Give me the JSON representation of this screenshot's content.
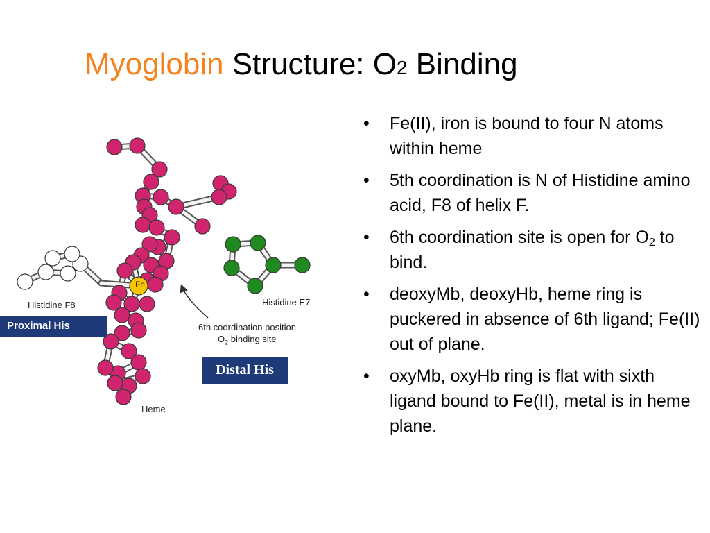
{
  "title": {
    "accent": "Myoglobin",
    "rest": "Structure:  O",
    "subscript": "2",
    "tail": " Binding"
  },
  "bullets": [
    {
      "text": "Fe(II), iron is bound to four N atoms within heme"
    },
    {
      "text": "5th coordination is N of Histidine amino acid, F8 of helix F."
    },
    {
      "before": "6th coordination site is open for O",
      "subscript": "2",
      "after": " to bind."
    },
    {
      "text": "deoxyMb, deoxyHb, heme ring is puckered in absence of 6th ligand; Fe(II) out of plane."
    },
    {
      "text": "oxyMb, oxyHb ring is flat with sixth ligand bound to Fe(II), metal is in heme plane."
    }
  ],
  "bullet_symbol": "•",
  "figure": {
    "fe_label": "Fe",
    "histidine_f8": "Histidine F8",
    "histidine_e7": "Histidine E7",
    "coord_line1": "6th coordination position",
    "coord_line2_a": "O",
    "coord_line2_sub": "2",
    "coord_line2_b": " binding site",
    "heme": "Heme"
  },
  "callouts": {
    "proximal": "Proximal His",
    "distal": "Distal His"
  },
  "colors": {
    "accent": "#f5821f",
    "heme_atoms": "#d1246e",
    "iron": "#f7c600",
    "distal_atoms": "#1f8a1f",
    "proximal_atoms": "#ffffff",
    "callout_box": "#1f3a78"
  }
}
